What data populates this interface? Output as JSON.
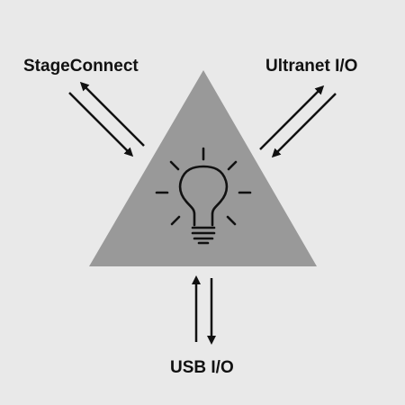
{
  "labels": {
    "top_left": "StageConnect",
    "top_right": "Ultranet I/O",
    "bottom": "USB I/O"
  },
  "icons": {
    "center": "lightbulb-icon",
    "arrows": "bidirectional-arrow-pair-icon"
  },
  "colors": {
    "background": "#e9e9e9",
    "triangle": "#999999",
    "stroke": "#111111"
  }
}
